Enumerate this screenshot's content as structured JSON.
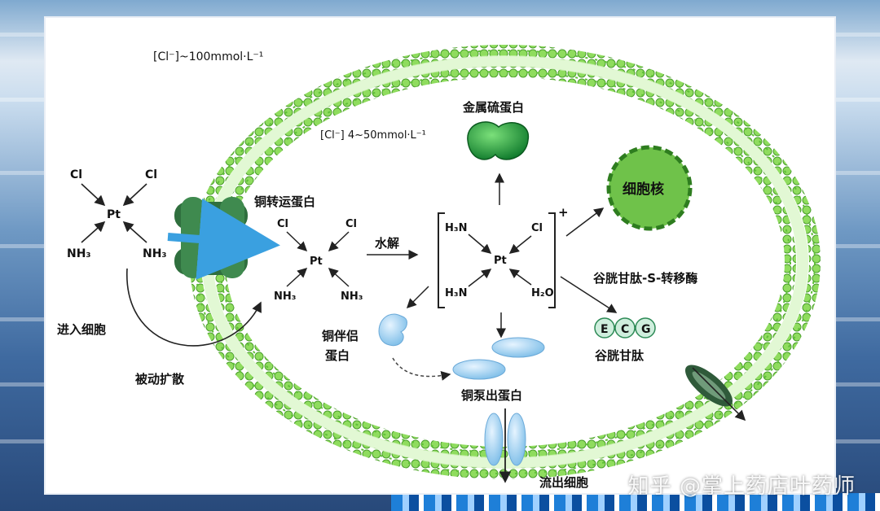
{
  "conc_outside": "[Cl⁻]~100mmol·L⁻¹",
  "conc_inside": "[Cl⁻] 4~50mmol·L⁻¹",
  "proteins": {
    "copper_transporter": "铜转运蛋白",
    "metallothionein": "金属硫蛋白",
    "nucleus": "细胞核",
    "copper_chaperone_line1": "铜伴侣",
    "copper_chaperone_line2": "蛋白",
    "copper_efflux": "铜泵出蛋白",
    "gst": "谷胱甘肽-S-转移酶",
    "glutathione": "谷胱甘肽",
    "egc_letters": [
      "E",
      "C",
      "G"
    ]
  },
  "processes": {
    "enter_cell": "进入细胞",
    "passive_diffusion": "被动扩散",
    "hydrolysis": "水解",
    "efflux": "流出细胞"
  },
  "molecule_outside": {
    "ligand1": "Cl",
    "ligand2": "Cl",
    "center": "Pt",
    "ligand3": "NH₃",
    "ligand4": "NH₃"
  },
  "molecule_inside": {
    "ligand1": "Cl",
    "ligand2": "Cl",
    "center": "Pt",
    "ligand3": "NH₃",
    "ligand4": "NH₃"
  },
  "molecule_aquated": {
    "ligand1": "H₃N",
    "ligand2": "Cl",
    "center": "Pt",
    "ligand3": "H₃N",
    "ligand4": "H₂O",
    "charge": "+"
  },
  "watermark": "知乎 @掌上药店叶药师",
  "colors": {
    "membrane": "#7fd14f",
    "membrane_dark": "#4a9e2c",
    "transporter": "#2f6f3e",
    "protein_blue": "#a9d3f2",
    "nucleus": "#6fc24a"
  }
}
